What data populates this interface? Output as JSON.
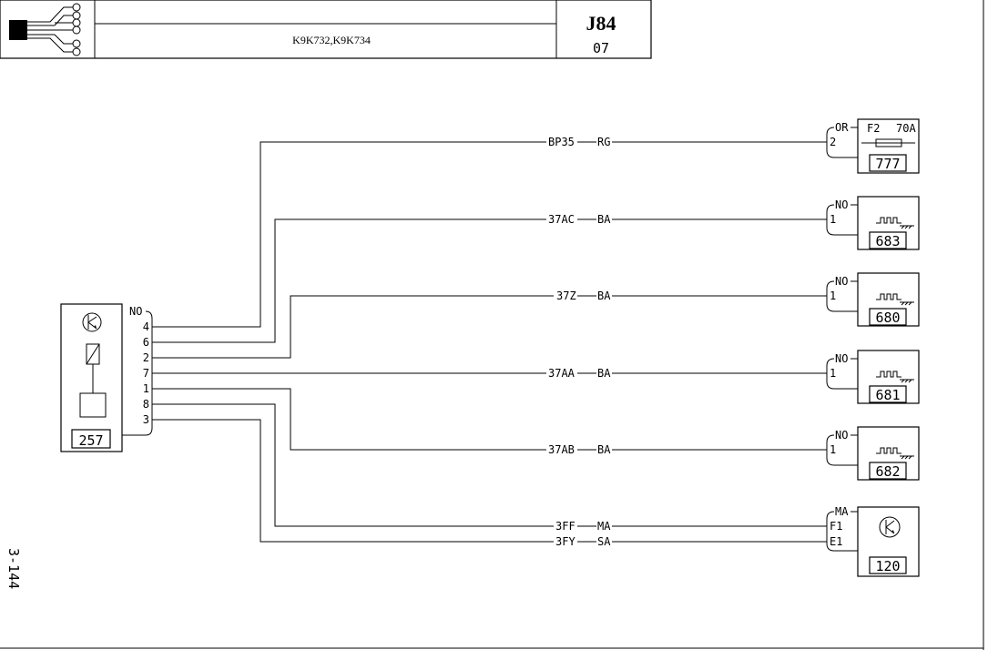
{
  "header": {
    "engine_codes": "K9K732,K9K734",
    "diagram_code": "J84",
    "diagram_sub": "07"
  },
  "page_ref": "3-144",
  "left_component": {
    "id": "257",
    "connector": "NO",
    "pins": [
      "4",
      "6",
      "2",
      "7",
      "1",
      "8",
      "3"
    ]
  },
  "wires": [
    {
      "code": "BP35",
      "color": "RG"
    },
    {
      "code": "37AC",
      "color": "BA"
    },
    {
      "code": "37Z",
      "color": "BA"
    },
    {
      "code": "37AA",
      "color": "BA"
    },
    {
      "code": "37AB",
      "color": "BA"
    },
    {
      "code": "3FF",
      "color": "MA"
    },
    {
      "code": "3FY",
      "color": "SA"
    }
  ],
  "right_components": [
    {
      "id": "777",
      "connector": "OR",
      "pins": [
        "2"
      ],
      "fuse": "F2",
      "rating": "70A",
      "icon": "fuse-icon"
    },
    {
      "id": "683",
      "connector": "NO",
      "pins": [
        "1"
      ],
      "icon": "glow-plug-icon"
    },
    {
      "id": "680",
      "connector": "NO",
      "pins": [
        "1"
      ],
      "icon": "glow-plug-icon"
    },
    {
      "id": "681",
      "connector": "NO",
      "pins": [
        "1"
      ],
      "icon": "glow-plug-icon"
    },
    {
      "id": "682",
      "connector": "NO",
      "pins": [
        "1"
      ],
      "icon": "glow-plug-icon"
    },
    {
      "id": "120",
      "connector": "MA",
      "pins": [
        "F1",
        "E1"
      ],
      "icon": "ecu-icon"
    }
  ]
}
